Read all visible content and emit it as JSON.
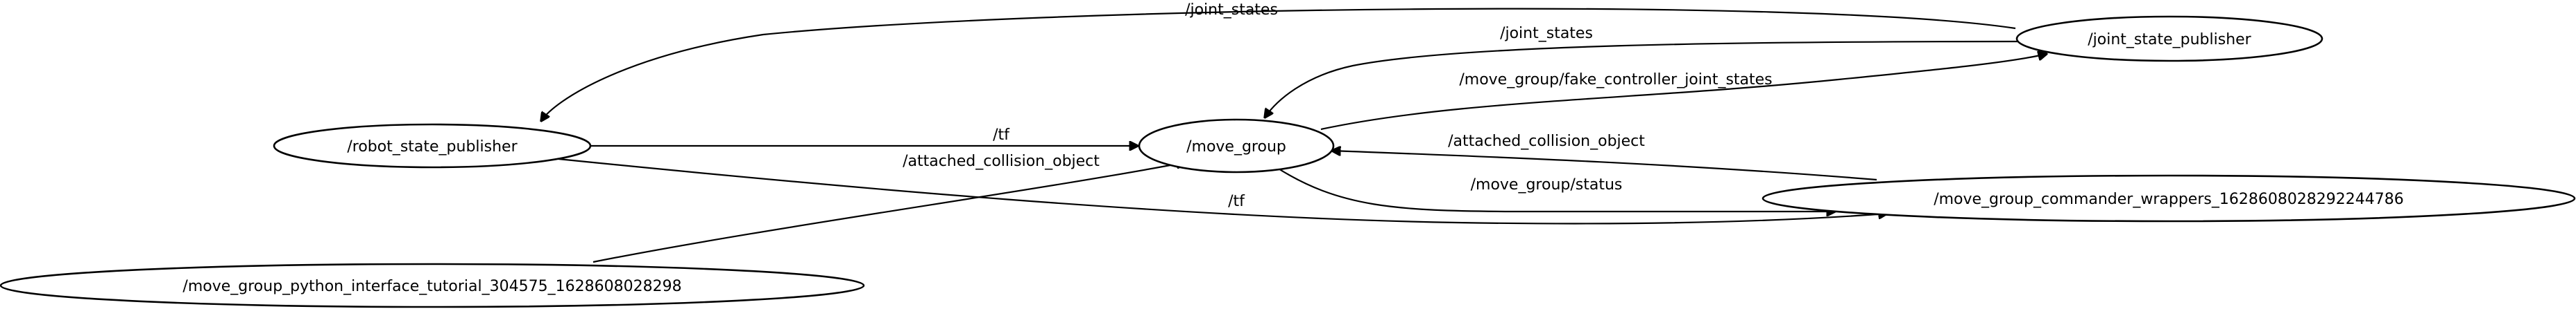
{
  "graph": {
    "nodes": {
      "robot_state_publisher": "/robot_state_publisher",
      "move_group": "/move_group",
      "joint_state_publisher": "/joint_state_publisher",
      "commander_wrappers": "/move_group_commander_wrappers_1628608028292244786",
      "python_interface_tutorial": "/move_group_python_interface_tutorial_304575_1628608028298"
    },
    "edges": {
      "jsp_to_rsp": "/joint_states",
      "jsp_to_mg": "/joint_states",
      "mg_to_jsp": "/move_group/fake_controller_joint_states",
      "rsp_to_mg": "/tf",
      "tutorial_to_mg": "/attached_collision_object",
      "cw_to_mg": "/attached_collision_object",
      "mg_to_cw": "/move_group/status",
      "rsp_to_cw": "/tf"
    }
  }
}
